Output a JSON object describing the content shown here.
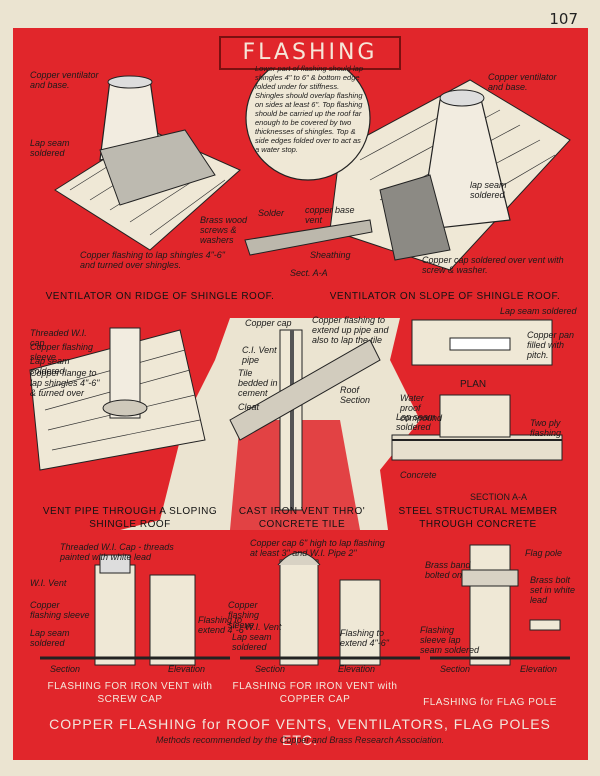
{
  "page_number": "107",
  "title": "FLASHING",
  "colors": {
    "red": "#e1262b",
    "paper": "#ebe4d1",
    "ink": "#1a1a1a"
  },
  "note": "Lower part of flashing should lap shingles 4\" to 6\" & bottom edge folded under for stiffness. Shingles should overlap flashing on sides at least 6\". Top flashing should be carried up the roof far enough to be covered by two thicknesses of shingles. Top & side edges folded over to act as a water stop.",
  "ridge_labels": {
    "vent_base": "Copper ventilator and base.",
    "lap_seam": "Lap seam soldered",
    "brass": "Brass wood screws & washers",
    "flashing": "Copper flashing to lap shingles 4\"-6\" and turned over shingles."
  },
  "section_labels": {
    "solder": "Solder",
    "copper_base": "copper base vent",
    "sheathing": "Sheathing",
    "section": "Sect. A-A"
  },
  "slope_labels": {
    "vent_base": "Copper ventilator and base.",
    "lap_seam": "lap seam soldered",
    "cap": "Copper cap soldered over vent with screw & washer."
  },
  "captions": {
    "ridge": "VENTILATOR ON RIDGE OF SHINGLE ROOF.",
    "slope": "VENTILATOR ON SLOPE OF SHINGLE ROOF.",
    "vent_pipe": "VENT PIPE THROUGH A SLOPING SHINGLE ROOF",
    "cast_iron": "CAST IRON VENT THRO' CONCRETE TILE",
    "steel": "STEEL STRUCTURAL MEMBER THROUGH CONCRETE",
    "iron_screw": "FLASHING FOR IRON VENT with SCREW CAP",
    "iron_copper": "FLASHING FOR IRON VENT with COPPER CAP",
    "flag": "FLASHING for FLAG POLE"
  },
  "vent_pipe_labels": {
    "threaded": "Threaded W.I. cap",
    "sleeve": "Copper flashing sleeve",
    "lap": "Lap seam soldered",
    "flange": "Copper flange to lap shingles 4\"-6\" & turned over"
  },
  "cast_iron_labels": {
    "cap": "Copper cap",
    "flash": "Copper flashing to extend up pipe and also to lap the tile",
    "ci": "C.I. Vent pipe",
    "tile": "Tile bedded in cement",
    "cleat": "Cleat",
    "roof": "Roof Section"
  },
  "steel_labels": {
    "lap": "Lap seam soldered",
    "pan": "Copper pan filled with pitch.",
    "plan": "PLAN",
    "water": "Water proof compound",
    "lap2": "Lap seam soldered",
    "two_ply": "Two ply flashing",
    "concrete": "Concrete",
    "section": "SECTION A-A"
  },
  "iron_screw_labels": {
    "threaded": "Threaded W.I. Cap - threads painted with white lead",
    "vent": "W.I. Vent",
    "sleeve": "Copper flashing sleeve",
    "extend": "Flashing to extend 4\"-6\"",
    "lap": "Lap seam soldered",
    "section": "Section",
    "elevation": "Elevation"
  },
  "iron_copper_labels": {
    "cap": "Copper cap 6\" high to lap flashing at least 3\" and W.I. Pipe 2\"",
    "sleeve": "Copper flashing sleeve",
    "vent": "W.I. Vent",
    "lap": "Lap seam soldered",
    "extend": "Flashing to extend 4\"-6\"",
    "section": "Section",
    "elevation": "Elevation"
  },
  "flag_labels": {
    "pole": "Flag pole",
    "band": "Brass band bolted on",
    "bolt": "Brass bolt set in white lead",
    "sleeve": "Flashing sleeve lap seam soldered",
    "section": "Section",
    "elevation": "Elevation"
  },
  "footer": "COPPER FLASHING for ROOF VENTS, VENTILATORS, FLAG POLES ETC.",
  "footer_sub": "Methods recommended by the Copper and Brass Research Association."
}
